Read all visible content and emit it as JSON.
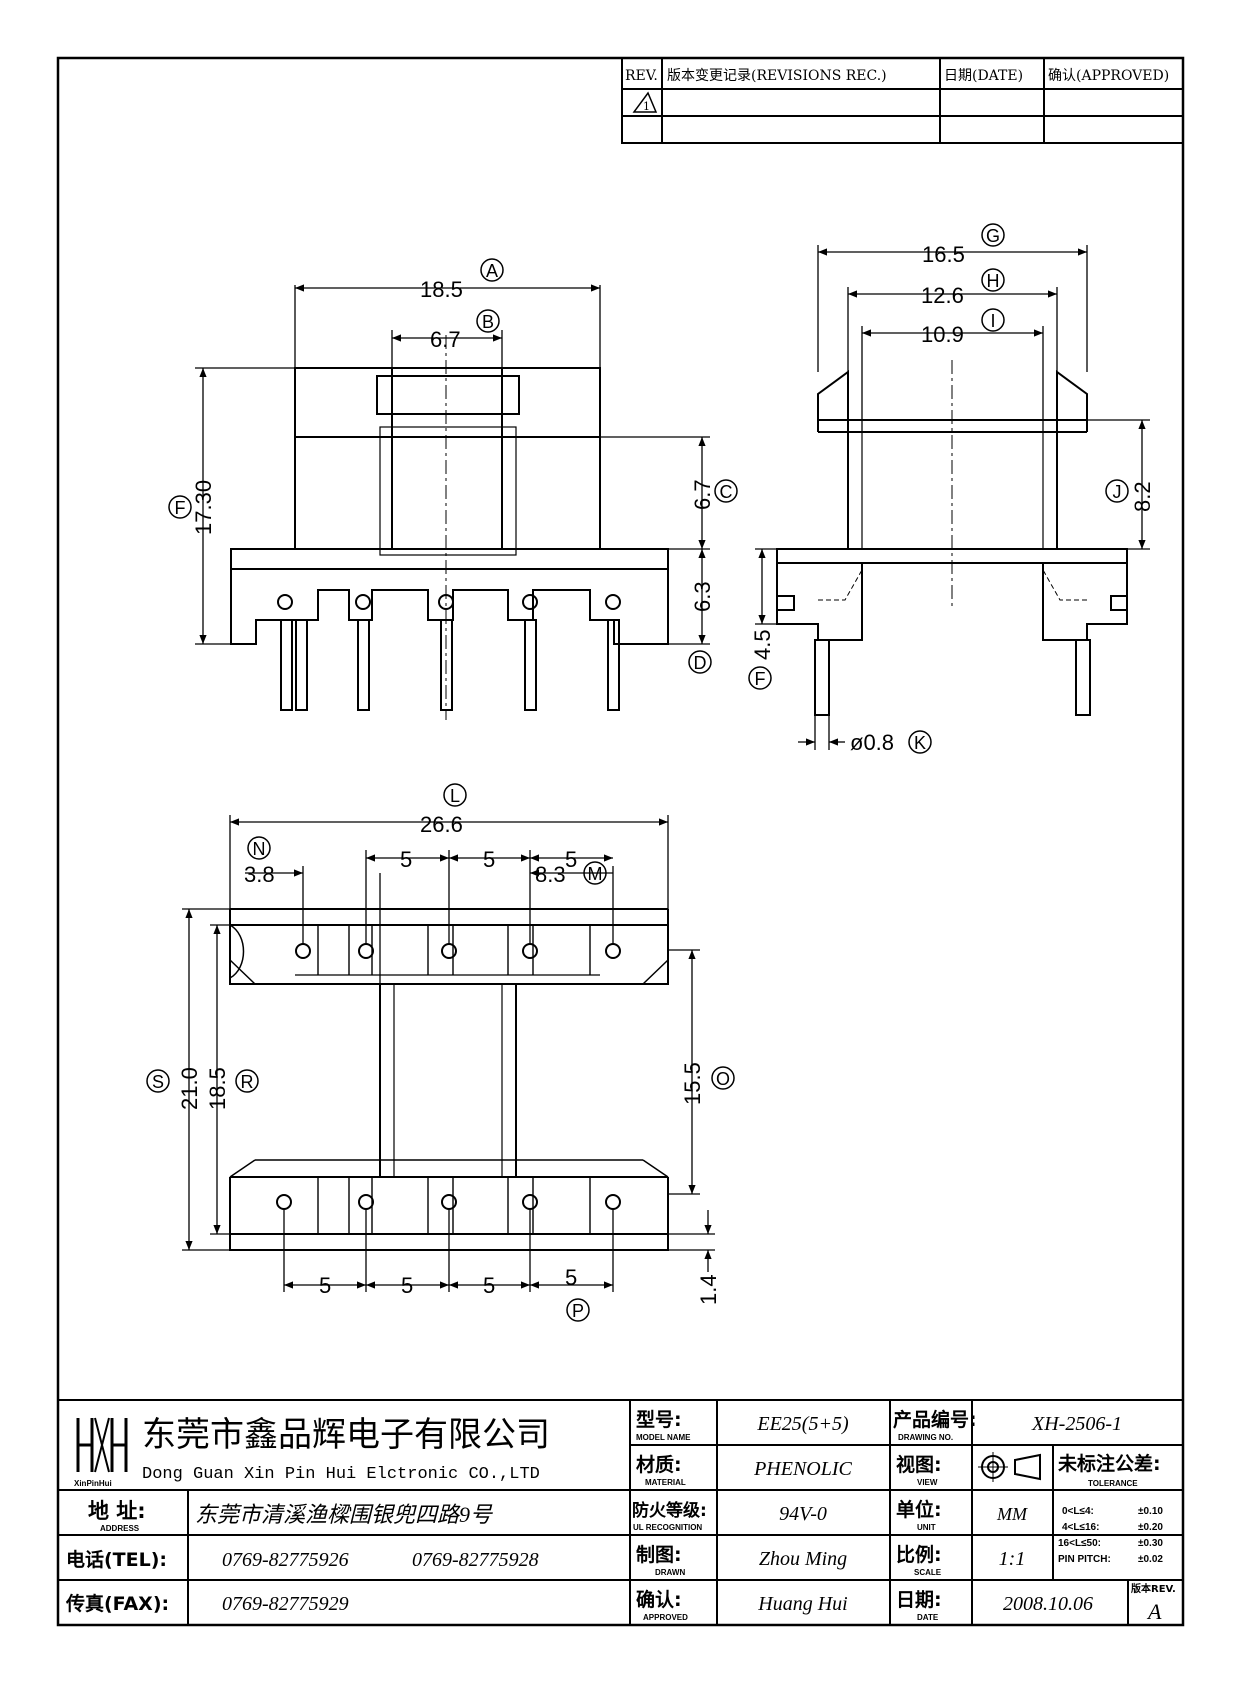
{
  "revision_table": {
    "col_rev": "REV.",
    "col_record": "版本变更记录(REVISIONS REC.)",
    "col_date": "日期(DATE)",
    "col_approved": "确认(APPROVED)",
    "rev_mark": "1"
  },
  "front_view": {
    "dim_a": "18.5",
    "tag_a": "A",
    "dim_b": "6.7",
    "tag_b": "B",
    "dim_c": "6.7",
    "tag_c": "C",
    "dim_d": "6.3",
    "tag_d": "D",
    "dim_f": "17.30",
    "tag_f": "F"
  },
  "side_view": {
    "dim_g": "16.5",
    "tag_g": "G",
    "dim_h": "12.6",
    "tag_h": "H",
    "dim_i": "10.9",
    "tag_i": "I",
    "dim_j": "8.2",
    "tag_j": "J",
    "dim_f": "4.5",
    "tag_f": "F",
    "dim_k": "ø0.8",
    "tag_k": "K"
  },
  "bottom_view": {
    "dim_l": "26.6",
    "tag_l": "L",
    "dim_n": "3.8",
    "tag_n": "N",
    "pitch_top": [
      "5",
      "5",
      "5"
    ],
    "dim_m": "8.3",
    "tag_m": "M",
    "dim_s": "21.0",
    "tag_s": "S",
    "dim_r": "18.5",
    "tag_r": "R",
    "dim_o": "15.5",
    "tag_o": "O",
    "pitch_bottom": [
      "5",
      "5",
      "5",
      "5"
    ],
    "tag_p": "P",
    "dim_q": "1.4"
  },
  "title_block": {
    "company_cn": "东莞市鑫品辉电子有限公司",
    "company_en": "Dong Guan Xin Pin Hui Elctronic CO.,LTD",
    "logo_text": "XinPinHui",
    "address_label": "地  址:",
    "address_sub": "ADDRESS",
    "address_value": "东莞市清溪渔樑围银兜四路9号",
    "tel_label": "电话(TEL):",
    "tel_value_1": "0769-82775926",
    "tel_value_2": "0769-82775928",
    "fax_label": "传真(FAX):",
    "fax_value": "0769-82775929",
    "model_label": "型号:",
    "model_sub": "MODEL NAME",
    "model_value": "EE25(5+5)",
    "material_label": "材质:",
    "material_sub": "MATERIAL",
    "material_value": "PHENOLIC",
    "ul_label": "防火等级:",
    "ul_sub": "UL RECOGNITION",
    "ul_value": "94V-0",
    "drawn_label": "制图:",
    "drawn_sub": "DRAWN",
    "drawn_value": "Zhou Ming",
    "approved_label": "确认:",
    "approved_sub": "APPROVED",
    "approved_value": "Huang Hui",
    "drawing_no_label": "产品编号:",
    "drawing_no_sub": "DRAWING NO.",
    "drawing_no_value": "XH-2506-1",
    "view_label": "视图:",
    "view_sub": "VIEW",
    "unit_label": "单位:",
    "unit_sub": "UNIT",
    "unit_value": "MM",
    "scale_label": "比例:",
    "scale_sub": "SCALE",
    "scale_value": "1:1",
    "date_label": "日期:",
    "date_sub": "DATE",
    "date_value": "2008.10.06",
    "tolerance_title": "未标注公差:",
    "tolerance_sub": "TOLERANCE",
    "tolerance_rows": [
      {
        "range": "0<L≤4:",
        "value": "±0.10"
      },
      {
        "range": "4<L≤16:",
        "value": "±0.20"
      },
      {
        "range": "16<L≤50:",
        "value": "±0.30"
      },
      {
        "range": "PIN PITCH:",
        "value": "±0.02"
      }
    ],
    "rev_label": "版本REV.",
    "rev_value": "A"
  }
}
